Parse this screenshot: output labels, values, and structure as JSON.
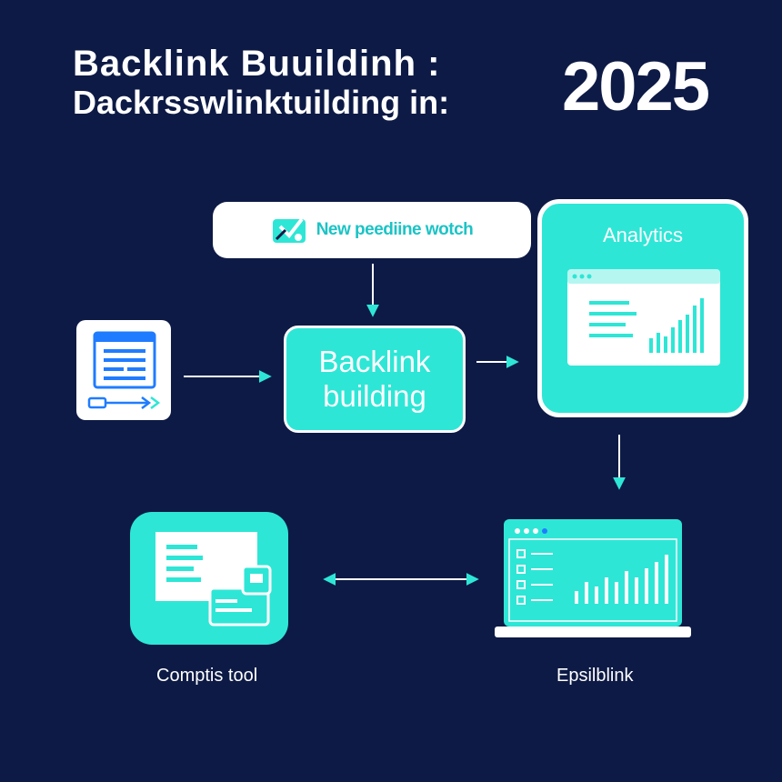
{
  "header": {
    "title_line1": "Backlink Buuildinh :",
    "title_line2": "Dackrsswlinktuilding in:",
    "year": "2025"
  },
  "nodes": {
    "pill_label": "New peediine wotch",
    "analytics_label": "Analytics",
    "center_line1": "Backlink",
    "center_line2": "building",
    "comp_tool_label": "Comptis tool",
    "epsilblink_label": "Epsilblink"
  },
  "colors": {
    "background": "#0d1a45",
    "accent": "#2ee6d6",
    "accent_text": "#1cc3c5",
    "card": "#ffffff"
  }
}
